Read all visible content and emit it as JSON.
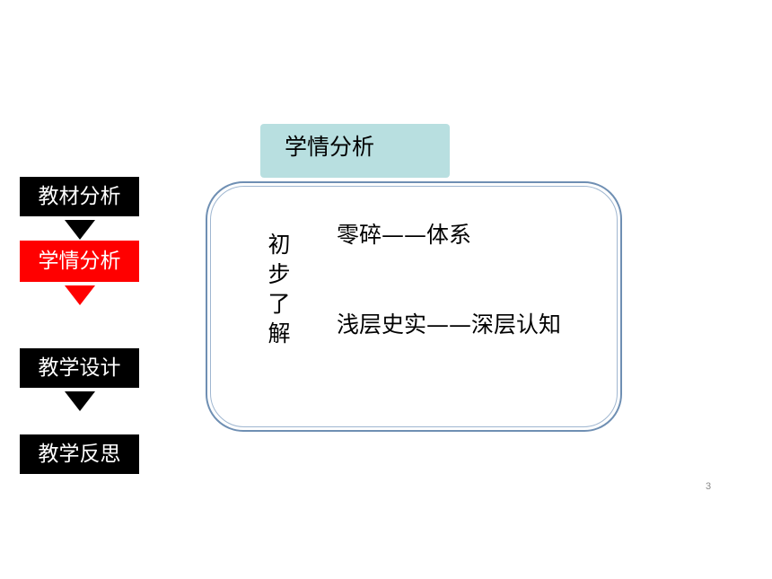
{
  "nav": {
    "items": [
      {
        "label": "教材分析",
        "active": false
      },
      {
        "label": "学情分析",
        "active": true
      },
      {
        "label": "教学设计",
        "active": false
      },
      {
        "label": "教学反思",
        "active": false
      }
    ]
  },
  "section": {
    "title": "学情分析",
    "vertical_label": [
      "初",
      "步",
      "了",
      "解"
    ],
    "points": [
      "零碎——体系",
      "浅层史实——深层认知"
    ]
  },
  "page_number": "3",
  "colors": {
    "nav_default": "#000000",
    "nav_active": "#ff0000",
    "title_tab": "#b8dfe0",
    "panel_border": "#6f8fb3"
  }
}
